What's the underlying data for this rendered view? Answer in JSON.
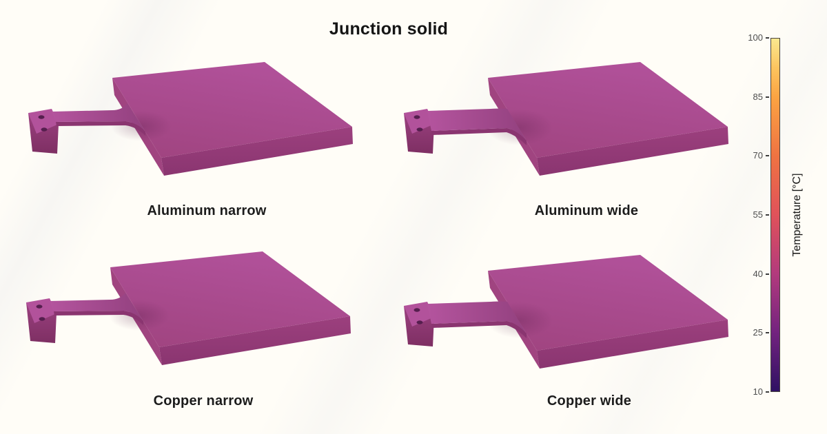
{
  "title": "Junction solid",
  "background": "#fffdf7",
  "subplots": [
    {
      "label": "Aluminum narrow",
      "material": "Aluminum",
      "variant": "narrow"
    },
    {
      "label": "Aluminum wide",
      "material": "Aluminum",
      "variant": "wide"
    },
    {
      "label": "Copper narrow",
      "material": "Copper",
      "variant": "narrow"
    },
    {
      "label": "Copper wide",
      "material": "Copper",
      "variant": "wide"
    }
  ],
  "colorbar": {
    "label": "Temperature [°C]",
    "min": 10,
    "max": 100,
    "ticks_top_to_bottom": [
      100,
      85,
      70,
      55,
      40,
      25,
      10
    ],
    "gradient_stops": [
      {
        "value": 100,
        "color": "#fae88f"
      },
      {
        "value": 92,
        "color": "#fcc25c"
      },
      {
        "value": 85,
        "color": "#fba342"
      },
      {
        "value": 70,
        "color": "#ef7342"
      },
      {
        "value": 55,
        "color": "#e0525a"
      },
      {
        "value": 40,
        "color": "#b23a7d"
      },
      {
        "value": 25,
        "color": "#73237f"
      },
      {
        "value": 10,
        "color": "#2f1163"
      }
    ]
  },
  "solid_appearance": {
    "top_light": "#b1519a",
    "top_dark": "#a04480",
    "front_top": "#9c407e",
    "front_bottom": "#8a3570",
    "arm_light": "#b4549e",
    "arm_dark": "#93417f",
    "flange_top": "#b2529b",
    "flange_body_top": "#9b4180",
    "flange_body_bottom": "#7e2f63",
    "hole": "#551f4e"
  },
  "chart_data": {
    "type": "heatmap",
    "title": "Junction solid",
    "views": [
      "Aluminum narrow",
      "Aluminum wide",
      "Copper narrow",
      "Copper wide"
    ],
    "field": "Temperature",
    "units": "°C",
    "colorbar_range": [
      10,
      100
    ],
    "colorbar_ticks": [
      10,
      25,
      40,
      55,
      70,
      85,
      100
    ],
    "legend_position": "right",
    "observed_surface_temperature_estimate_c": 40,
    "colormap": "magma-like",
    "grid": "off",
    "layout": "2x2 3D viewports with shared colorbar"
  }
}
